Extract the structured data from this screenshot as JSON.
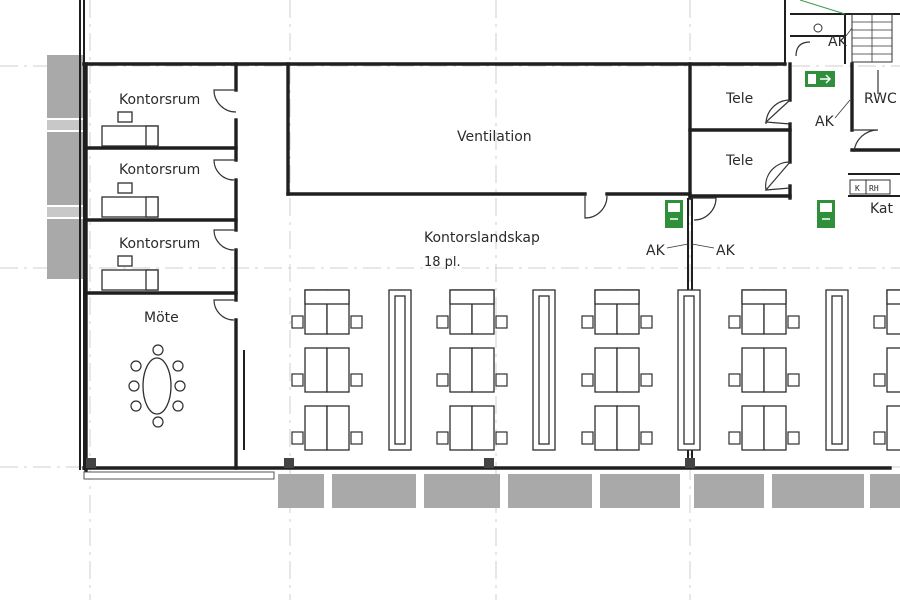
{
  "rooms": {
    "kontorsrum_1": "Kontorsrum",
    "kontorsrum_2": "Kontorsrum",
    "kontorsrum_3": "Kontorsrum",
    "mote": "Möte",
    "ventilation": "Ventilation",
    "tele_1": "Tele",
    "tele_2": "Tele",
    "kontorslandskap": "Kontorslandskap",
    "kontorslandskap_places": "18 pl.",
    "rwc": "RWC",
    "kat": "Kat"
  },
  "annotations": {
    "ak_top": "AK",
    "ak_right": "AK",
    "ak_left_mid": "AK",
    "ak_right_mid": "AK"
  },
  "colors": {
    "wall": "#1f1f1f",
    "facade": "#a9a9a9",
    "exit_sign": "#2f8f3a"
  },
  "icons": [
    "emergency-exit-sign-icon",
    "door-swing-icon",
    "desk-icon",
    "chair-icon",
    "stair-icon"
  ]
}
